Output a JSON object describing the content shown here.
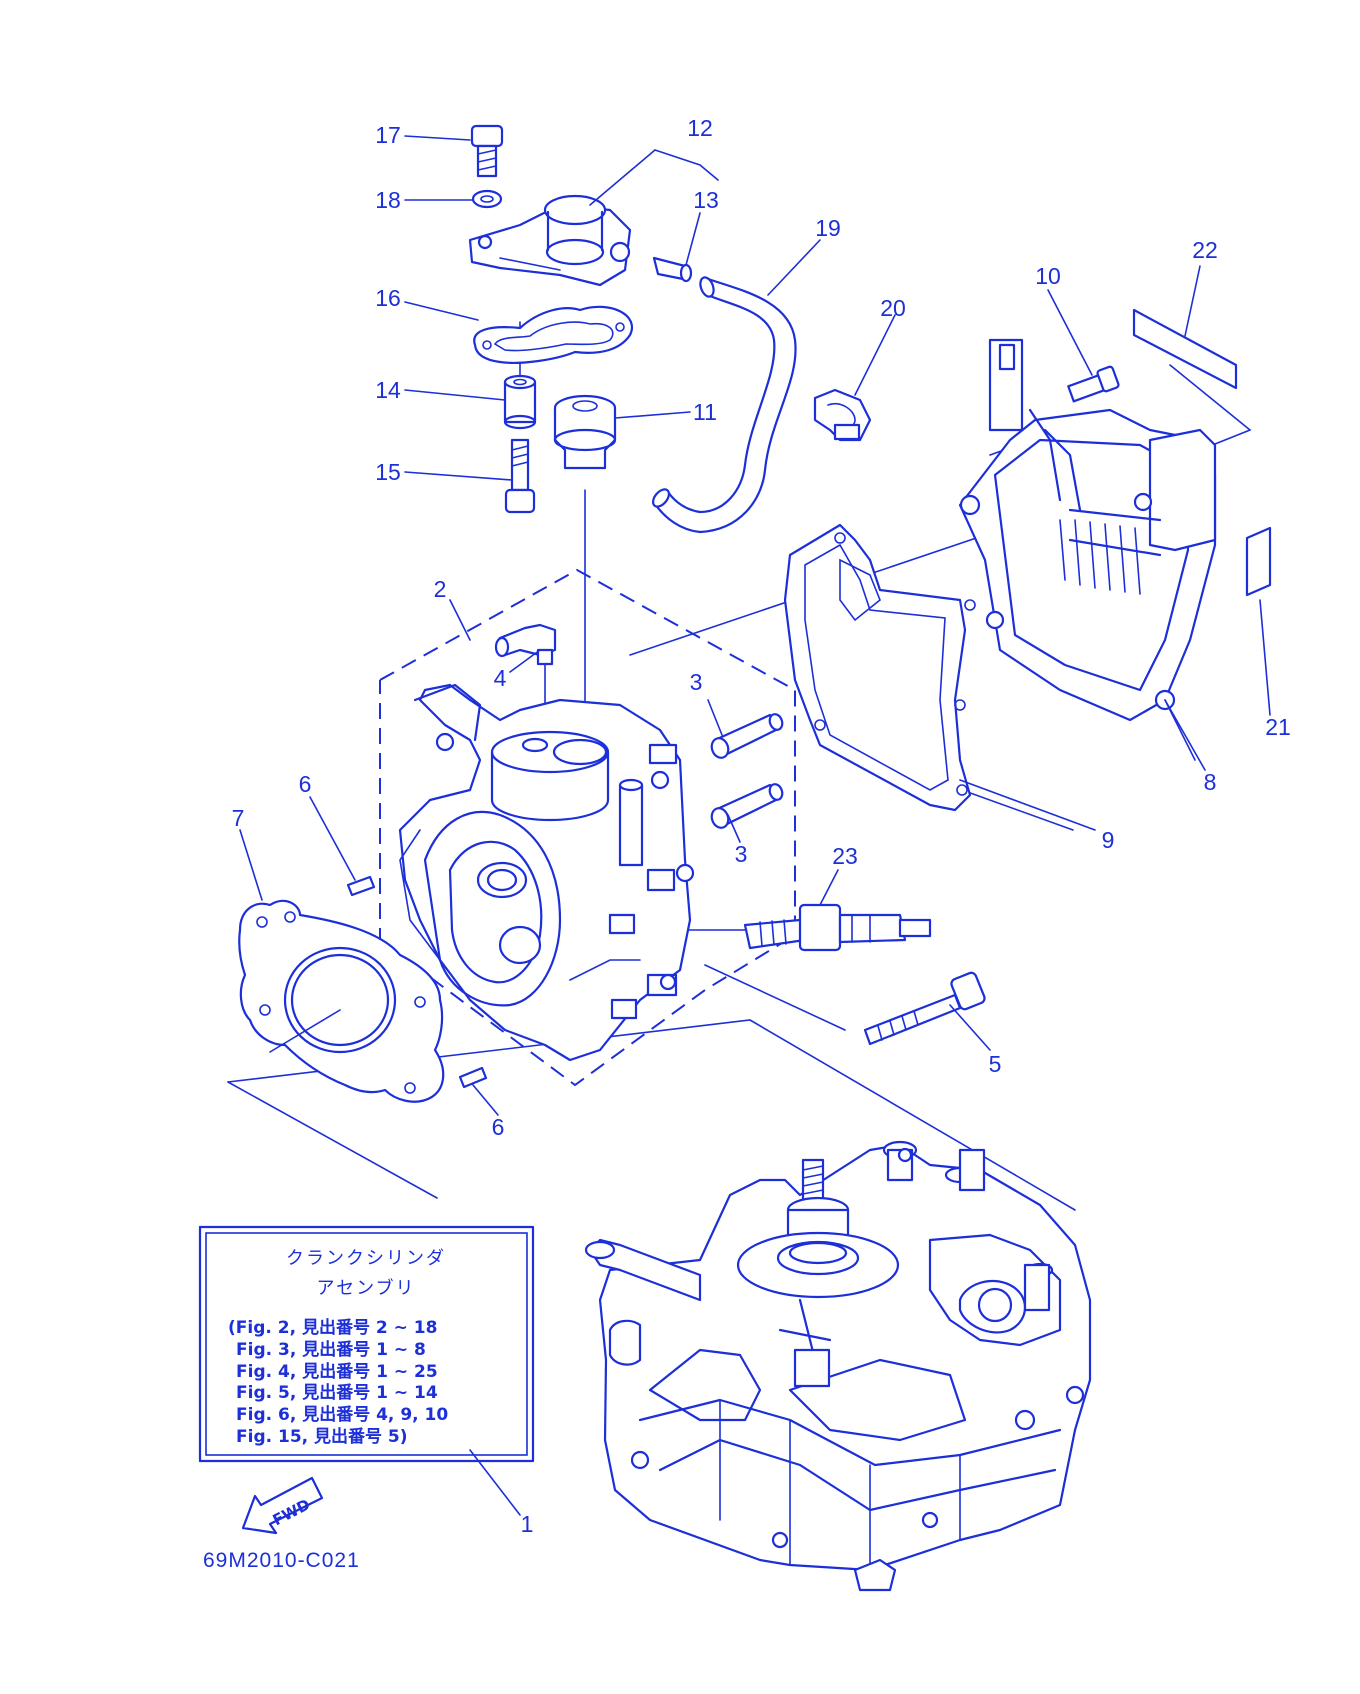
{
  "colors": {
    "line": "#1c2fd8",
    "background": "#ffffff"
  },
  "callouts": {
    "c1": "1",
    "c2": "2",
    "c3a": "3",
    "c3b": "3",
    "c4": "4",
    "c5": "5",
    "c6a": "6",
    "c6b": "6",
    "c7": "7",
    "c8": "8",
    "c9": "9",
    "c10": "10",
    "c11": "11",
    "c12": "12",
    "c13": "13",
    "c14": "14",
    "c15": "15",
    "c16": "16",
    "c17": "17",
    "c18": "18",
    "c19": "19",
    "c20": "20",
    "c21": "21",
    "c22": "22",
    "c23": "23"
  },
  "info_box": {
    "title_line1": "クランクシリンダ",
    "title_line2": "アセンブリ",
    "refs": [
      "(Fig. 2, 見出番号 2 ~ 18",
      "Fig. 3, 見出番号 1 ~ 8",
      "Fig. 4, 見出番号 1 ~ 25",
      "Fig. 5, 見出番号 1 ~ 14",
      "Fig. 6, 見出番号 4, 9, 10",
      "Fig. 15, 見出番号 5)"
    ]
  },
  "fwd_label": "FWD",
  "diagram_code": "69M2010-C021"
}
